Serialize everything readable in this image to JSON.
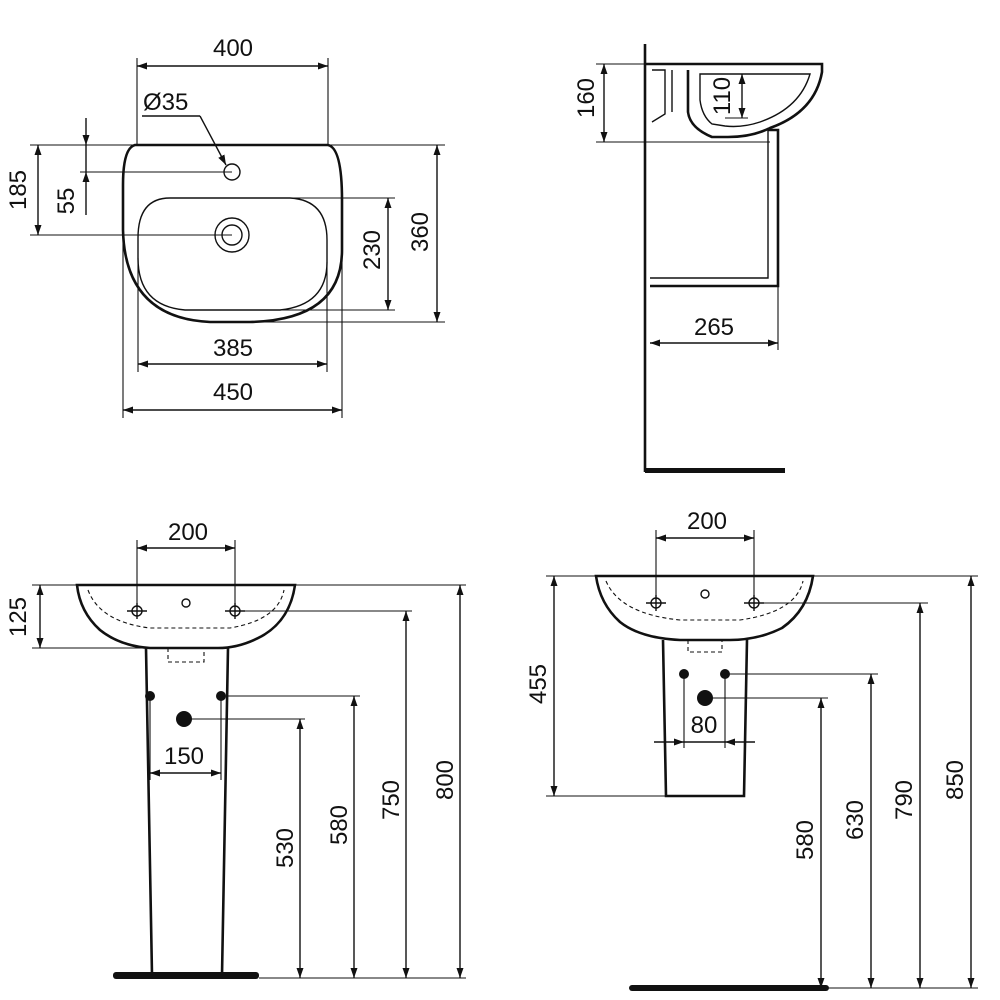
{
  "top_view": {
    "width_400": "400",
    "hole_diameter": "Ø35",
    "height_185": "185",
    "offset_55": "55",
    "bowl_depth_230": "230",
    "depth_360": "360",
    "bowl_width_385": "385",
    "width_450": "450"
  },
  "side_view": {
    "height_160": "160",
    "bowl_depth_110": "110",
    "projection_265": "265"
  },
  "pedestal_view": {
    "spacing_200": "200",
    "rim_125": "125",
    "spacing_150": "150",
    "height_530": "530",
    "height_580": "580",
    "height_750": "750",
    "height_800": "800"
  },
  "semi_pedestal_view": {
    "spacing_200": "200",
    "height_455": "455",
    "spacing_80": "80",
    "height_580": "580",
    "height_630": "630",
    "height_790": "790",
    "height_850": "850"
  }
}
